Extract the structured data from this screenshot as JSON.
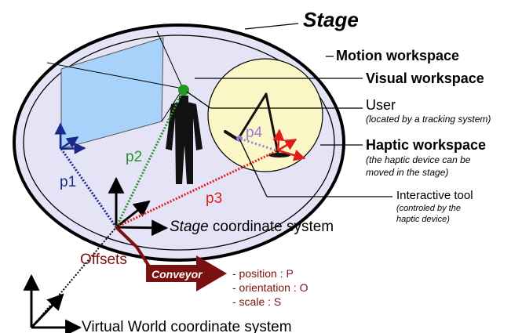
{
  "labels": {
    "stage": "Stage",
    "motion_workspace": "Motion workspace",
    "visual_workspace": "Visual workspace",
    "user": "User",
    "user_note": "(located by a tracking system)",
    "haptic_workspace": "Haptic workspace",
    "haptic_note_1": "(the haptic device can be",
    "haptic_note_2": "moved in the stage)",
    "interactive_tool": "Interactive tool",
    "tool_note_1": "(controled by the",
    "tool_note_2": "haptic device)",
    "stage_cs_italic": "Stage",
    "stage_cs_rest": " coordinate system",
    "offsets": "Offsets",
    "conveyor": "Conveyor",
    "param_position": "- position : P",
    "param_orientation": "- orientation :  O",
    "param_scale": "- scale : S",
    "vw_cs": "Virtual World coordinate system",
    "p1": "p1",
    "p2": "p2",
    "p3": "p3",
    "p4": "p4"
  },
  "colors": {
    "stage_fill": "#e5e4f6",
    "haptic_fill": "#fbf7c6",
    "screen_fill": "#a9d2fb",
    "p1_color": "#1a2a8a",
    "p2_color": "#2e8f2e",
    "p3_color": "#e31b1b",
    "p4_color": "#a07ad8",
    "offsets_color": "#7a1111",
    "tool_axes_color": "#e31b1b",
    "head_color": "#1f9a1f"
  }
}
